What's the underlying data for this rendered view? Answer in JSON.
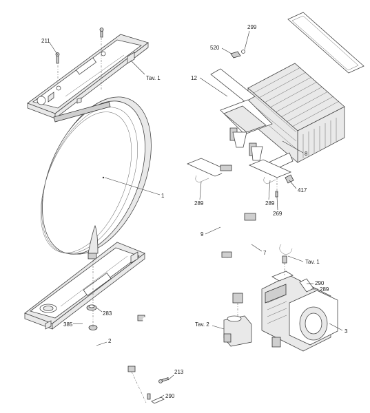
{
  "labels": {
    "l211": "211",
    "l_tav1_top": "Tav. 1",
    "l1": "1",
    "l283": "283",
    "l385": "385",
    "l2": "2",
    "l213": "213",
    "l290_bottom": "290",
    "l299": "299",
    "l520": "520",
    "l12": "12",
    "l8": "8",
    "l417": "417",
    "l289_left": "289",
    "l289_mid": "289",
    "l269": "269",
    "l9": "9",
    "l7": "7",
    "l_tav1_right": "Tav. 1",
    "l290_right": "290",
    "l289_right": "289",
    "l3": "3",
    "l_tav2": "Tav. 2"
  }
}
